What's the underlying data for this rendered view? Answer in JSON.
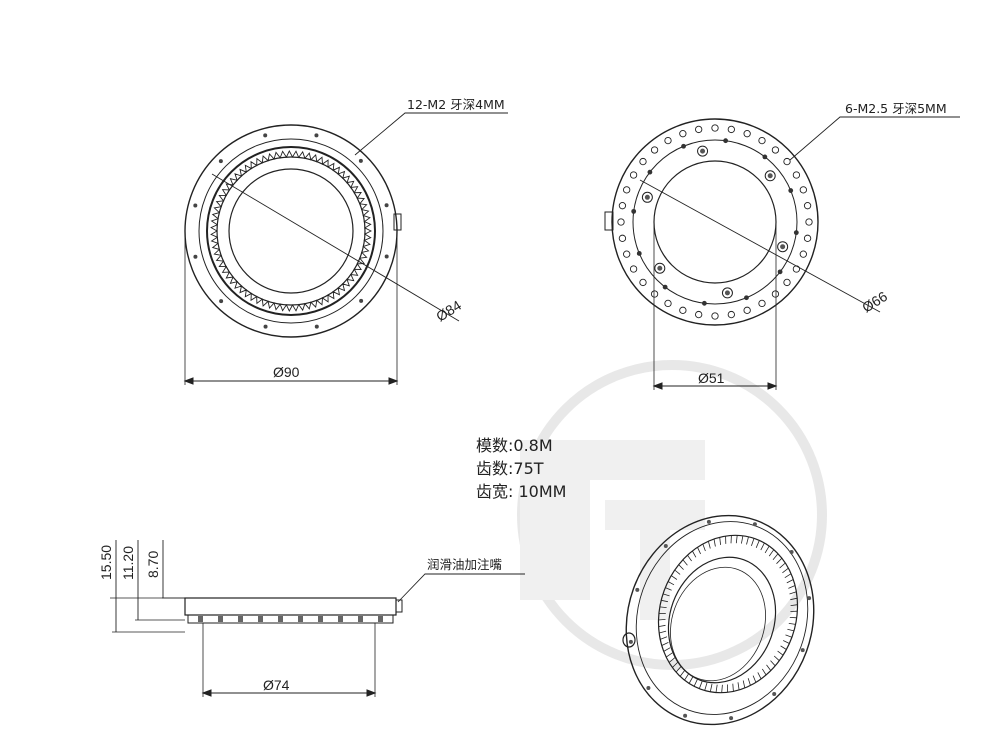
{
  "front_view": {
    "callout": "12-M2 牙深4MM",
    "dia_inner": "Ø84",
    "dia_outer": "Ø90"
  },
  "back_view": {
    "callout": "6-M2.5 牙深5MM",
    "dia_bolt": "Ø66",
    "dia_bore": "Ø51"
  },
  "specs": {
    "module": "模数:0.8M",
    "teeth": "齿数:75T",
    "width": "齿宽: 10MM"
  },
  "side_view": {
    "h1": "15.50",
    "h2": "11.20",
    "h3": "8.70",
    "nozzle": "润滑油加注嘴",
    "dia_base": "Ø74"
  },
  "watermark": {
    "color": "#d9d9d9"
  }
}
